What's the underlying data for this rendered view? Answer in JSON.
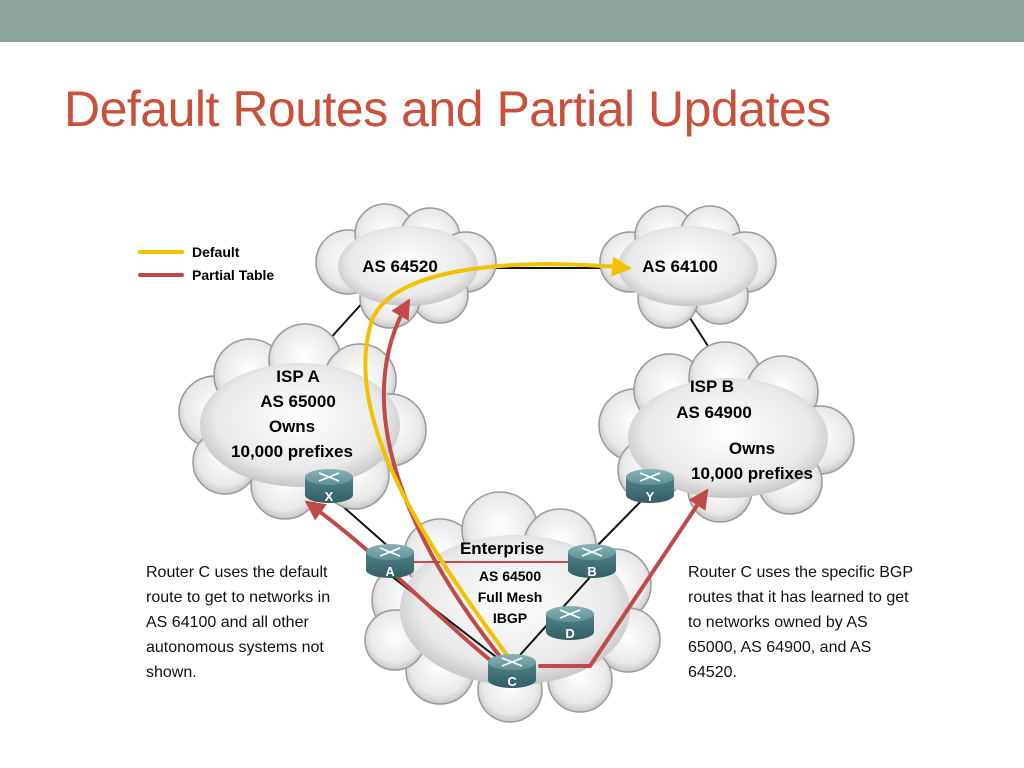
{
  "slide": {
    "title": "Default Routes and Partial Updates"
  },
  "legend": [
    {
      "label": "Default",
      "color": "#f2c100"
    },
    {
      "label": "Partial Table",
      "color": "#c04a48"
    }
  ],
  "clouds": {
    "as64520": {
      "label": "AS 64520"
    },
    "as64100": {
      "label": "AS 64100"
    },
    "isp_a": {
      "lines": [
        "ISP A",
        "AS 65000",
        "Owns",
        "10,000 prefixes"
      ]
    },
    "isp_b": {
      "lines": [
        "ISP B",
        "AS 64900",
        "Owns",
        "10,000 prefixes"
      ]
    },
    "enterprise": {
      "lines": [
        "Enterprise",
        "AS 64500",
        "Full Mesh",
        "IBGP"
      ]
    }
  },
  "routers": {
    "x": "X",
    "y": "Y",
    "a": "A",
    "b": "B",
    "c": "C",
    "d": "D"
  },
  "notes": {
    "left": "Router C uses the default route to get to networks in AS 64100 and all other autonomous systems not shown.",
    "right": "Router C uses the specific BGP routes that it has learned to get to networks owned by AS 65000, AS 64900, and AS 64520."
  },
  "colors": {
    "title": "#c9503a",
    "top_bar": "#8ea39a",
    "default_route": "#f2c100",
    "partial_table": "#c04a48",
    "router_body": "#4f8489"
  }
}
